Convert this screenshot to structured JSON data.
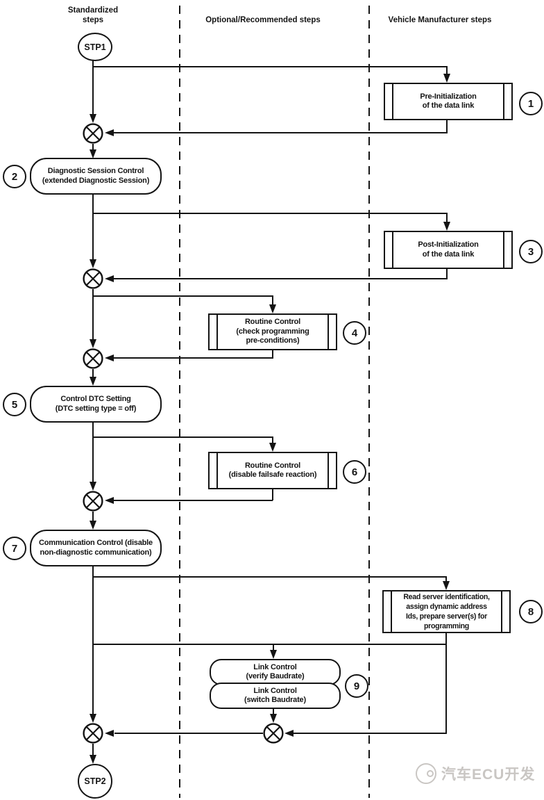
{
  "columns": {
    "standardized": "Standardized\nsteps",
    "optional": "Optional/Recommended steps",
    "manufacturer": "Vehicle Manufacturer steps"
  },
  "terminals": {
    "start": "STP1",
    "end": "STP2"
  },
  "steps": [
    {
      "num": "1",
      "column": "manufacturer",
      "shape": "predefined-process",
      "text": "Pre-Initialization\nof the data link"
    },
    {
      "num": "2",
      "column": "standardized",
      "shape": "rounded",
      "text": "Diagnostic Session Control\n(extended Diagnostic Session)"
    },
    {
      "num": "3",
      "column": "manufacturer",
      "shape": "predefined-process",
      "text": "Post-Initialization\nof the data link"
    },
    {
      "num": "4",
      "column": "optional",
      "shape": "predefined-process",
      "text": "Routine Control\n(check programming\npre-conditions)"
    },
    {
      "num": "5",
      "column": "standardized",
      "shape": "rounded",
      "text": "Control DTC Setting\n(DTC setting type = off)"
    },
    {
      "num": "6",
      "column": "optional",
      "shape": "predefined-process",
      "text": "Routine Control\n(disable failsafe reaction)"
    },
    {
      "num": "7",
      "column": "standardized",
      "shape": "rounded",
      "text": "Communication Control (disable\nnon-diagnostic communication)"
    },
    {
      "num": "8",
      "column": "manufacturer",
      "shape": "predefined-process",
      "text": "Read server identification,\nassign dynamic address\nIds, prepare server(s) for\nprogramming"
    },
    {
      "num": "9",
      "column": "optional",
      "shape": "rounded-pair",
      "text_top": "Link Control\n(verify Baudrate)",
      "text_bottom": "Link Control\n(switch Baudrate)"
    }
  ],
  "watermark": {
    "text": "汽车ECU开发"
  }
}
